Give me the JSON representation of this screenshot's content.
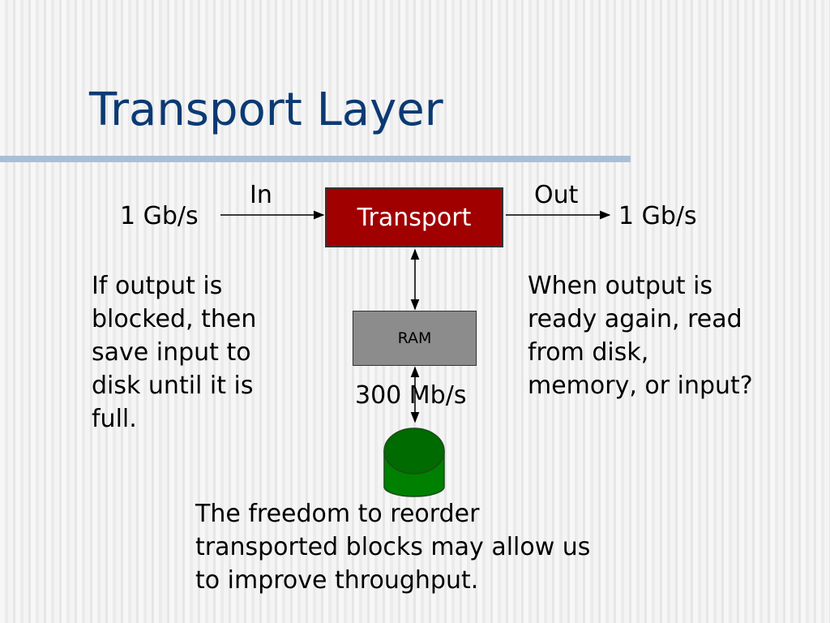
{
  "slide": {
    "title": "Transport Layer"
  },
  "diagram": {
    "input_rate": "1 Gb/s",
    "in_label": "In",
    "transport_label": "Transport",
    "out_label": "Out",
    "output_rate": "1 Gb/s",
    "ram_label": "RAM",
    "disk_rate": "300 Mb/s",
    "disk_icon": "disk-cylinder-icon",
    "transport_color": "#a00000",
    "ram_color": "#8c8c8c",
    "disk_color": "#008000"
  },
  "notes": {
    "left_lines": [
      "If output is",
      "blocked, then",
      "save input to",
      "disk until it is",
      "full."
    ],
    "right_lines": [
      "When output is",
      "ready again, read",
      "from disk,",
      "memory, or input?"
    ],
    "bottom_lines": [
      "The freedom to reorder",
      "transported blocks may allow us",
      "to improve throughput."
    ]
  },
  "theme": {
    "title_color": "#0b3a73",
    "rule_color": "#a9bfd8"
  }
}
